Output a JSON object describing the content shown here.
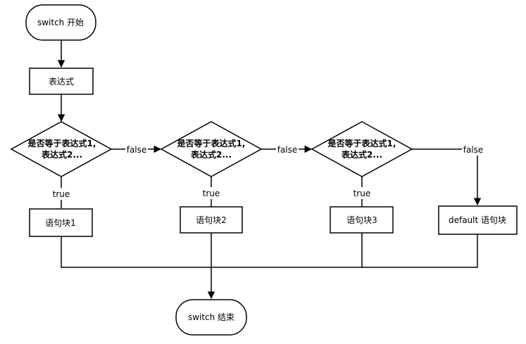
{
  "nodes": {
    "start": "switch 开始",
    "expression": "表达式",
    "cond1_line1": "是否等于表达式1,",
    "cond1_line2": "表达式2...",
    "cond2_line1": "是否等于表达式1,",
    "cond2_line2": "表达式2...",
    "cond3_line1": "是否等于表达式1,",
    "cond3_line2": "表达式2...",
    "block1": "语句块1",
    "block2": "语句块2",
    "block3": "语句块3",
    "default_block": "default 语句块",
    "end": "switch 结束"
  },
  "edges": {
    "true1": "true",
    "true2": "true",
    "true3": "true",
    "false1": "false",
    "false2": "false",
    "false3": "false"
  }
}
